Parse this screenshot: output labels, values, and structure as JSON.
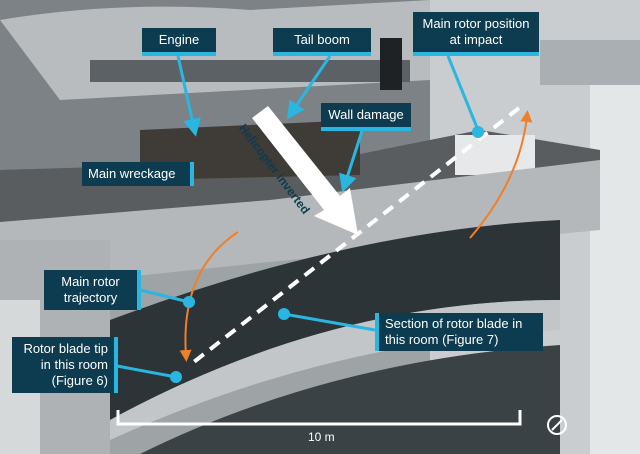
{
  "labels": {
    "engine": "Engine",
    "tail_boom": "Tail boom",
    "main_rotor_position": "Main rotor position at impact",
    "wall_damage": "Wall damage",
    "main_wreckage": "Main wreckage",
    "helicopter_inverted": "Helicopter inverted",
    "main_rotor_trajectory": "Main rotor trajectory",
    "rotor_blade_tip": "Rotor blade tip in this room (Figure 6)",
    "rotor_blade_section": "Section of rotor blade in this room (Figure 7)",
    "scale": "10 m"
  },
  "colors": {
    "label_bg": "#0d3b4f",
    "accent": "#29b6e0",
    "trajectory": "#f07f2a"
  }
}
